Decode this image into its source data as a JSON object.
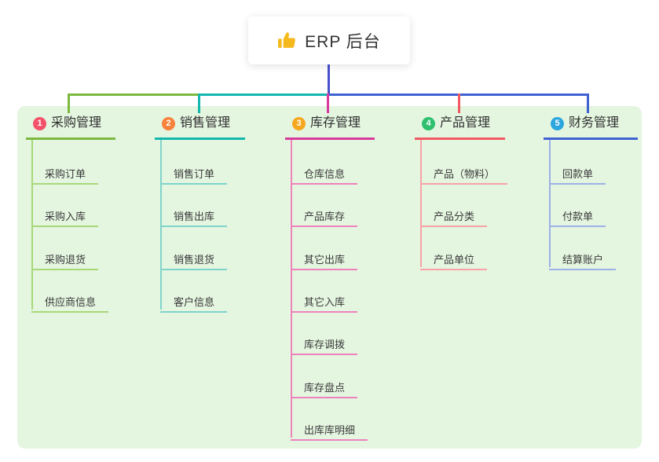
{
  "root": {
    "title": "ERP 后台",
    "icon": "thumbs-up-icon",
    "icon_color": "#f5b91e"
  },
  "colors": {
    "panel_background": "#e4f5e0",
    "root_stem": "#4850c9",
    "bus_right": "#3f62d2",
    "text_dark": "#2f2f2f"
  },
  "branches": [
    {
      "index": "1",
      "label": "采购管理",
      "badge_color": "#f4526a",
      "line_color": "#7cb93e",
      "child_line_color": "#a8d878",
      "children": [
        "采购订单",
        "采购入库",
        "采购退货",
        "供应商信息"
      ]
    },
    {
      "index": "2",
      "label": "销售管理",
      "badge_color": "#f8813c",
      "line_color": "#12b7ae",
      "child_line_color": "#7ed4cb",
      "children": [
        "销售订单",
        "销售出库",
        "销售退货",
        "客户信息"
      ]
    },
    {
      "index": "3",
      "label": "库存管理",
      "badge_color": "#f5a81f",
      "line_color": "#d83a9d",
      "child_line_color": "#ef82bd",
      "children": [
        "仓库信息",
        "产品库存",
        "其它出库",
        "其它入库",
        "库存调拨",
        "库存盘点",
        "出库库明细"
      ]
    },
    {
      "index": "4",
      "label": "产品管理",
      "badge_color": "#2ec06d",
      "line_color": "#f25862",
      "child_line_color": "#f7a3a7",
      "children": [
        "产品（物料）",
        "产品分类",
        "产品单位"
      ]
    },
    {
      "index": "5",
      "label": "财务管理",
      "badge_color": "#2ba6de",
      "line_color": "#3f62d2",
      "child_line_color": "#9db1e6",
      "children": [
        "回款单",
        "付款单",
        "结算账户"
      ]
    }
  ]
}
